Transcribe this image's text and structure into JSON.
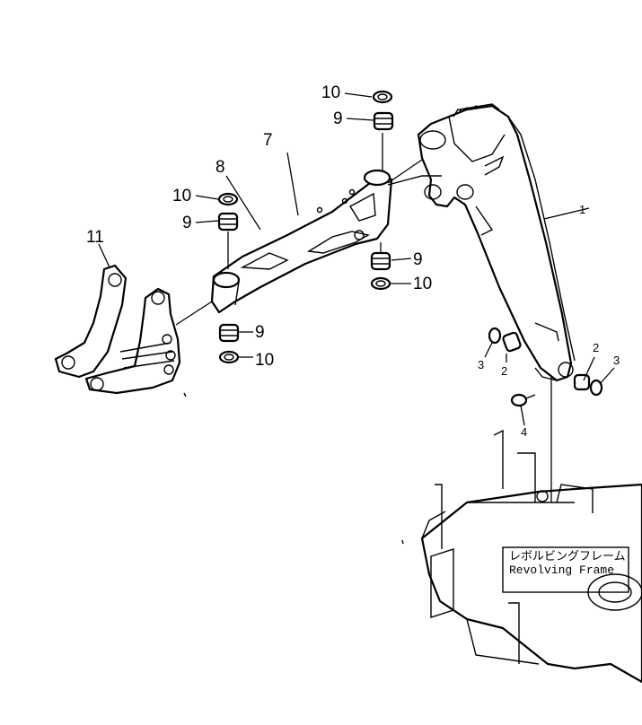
{
  "callouts": {
    "c1": "1",
    "c2a": "2",
    "c2b": "2",
    "c3a": "3",
    "c3b": "3",
    "c4": "4",
    "c7": "7",
    "c8": "8",
    "c9a": "9",
    "c9b": "9",
    "c9c": "9",
    "c9d": "9",
    "c10a": "10",
    "c10b": "10",
    "c10c": "10",
    "c10d": "10",
    "c11": "11"
  },
  "frame_label": {
    "japanese": "レボルビングフレーム",
    "english": "Revolving Frame"
  }
}
